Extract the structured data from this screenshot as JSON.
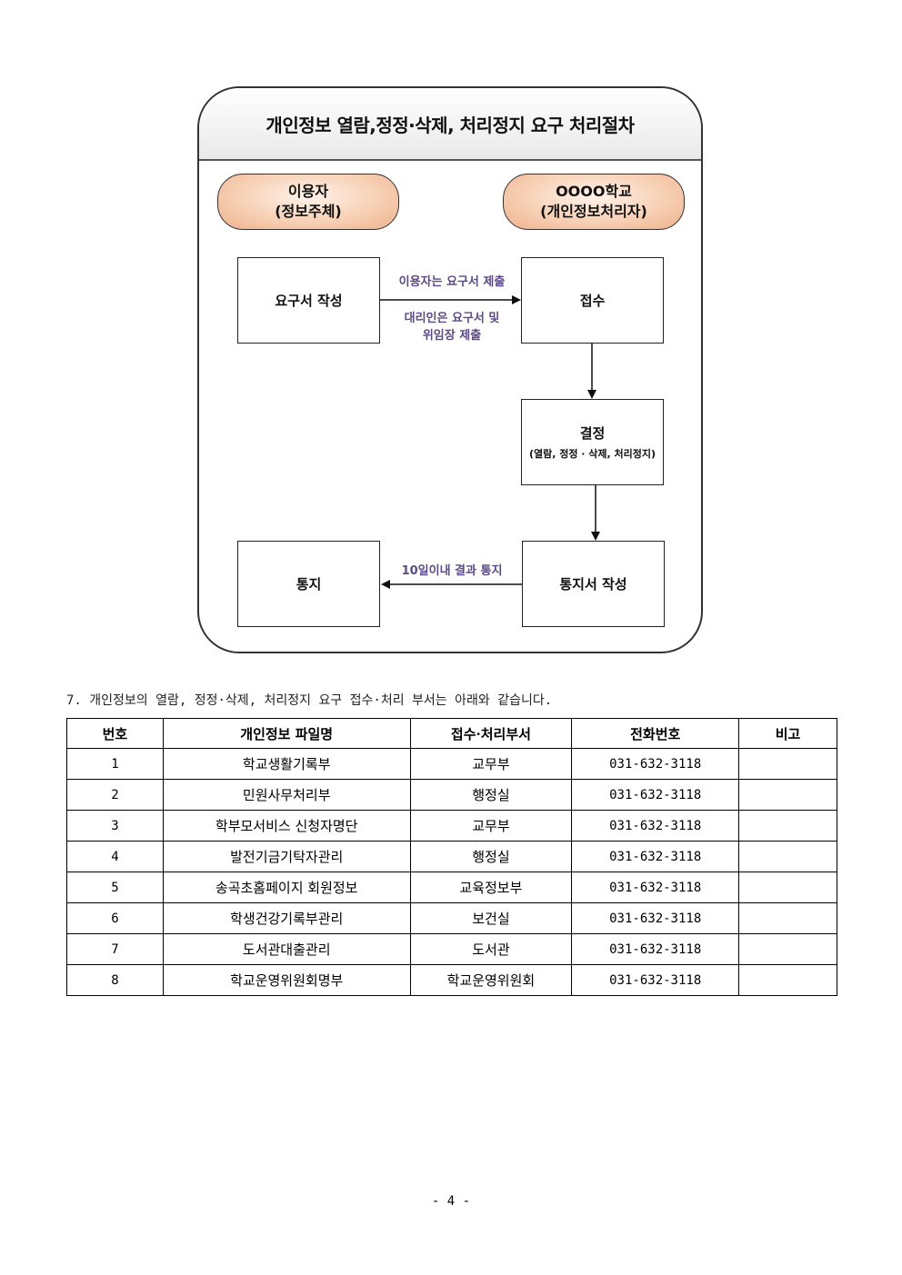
{
  "flowchart": {
    "title": "개인정보 열람,정정·삭제, 처리정지 요구 처리절차",
    "left_party": {
      "line1": "이용자",
      "line2": "(정보주체)"
    },
    "right_party": {
      "line1": "OOOO학교",
      "line2": "(개인정보처리자)"
    },
    "steps": {
      "write_request": "요구서 작성",
      "receive": "접수",
      "decision": "결정",
      "decision_sub": "(열람, 정정 · 삭제, 처리정지)",
      "write_notice": "통지서 작성",
      "notify": "통지"
    },
    "edge_labels": {
      "submit_user": "이용자는 요구서 제출",
      "submit_agent_line1": "대리인은 요구서 및",
      "submit_agent_line2": "위임장 제출",
      "notify_result": "10일이내 결과 통지"
    }
  },
  "section": {
    "text": "7. 개인정보의 열람, 정정·삭제, 처리정지 요구 접수·처리 부서는 아래와 같습니다."
  },
  "table": {
    "headers": [
      "번호",
      "개인정보 파일명",
      "접수·처리부서",
      "전화번호",
      "비고"
    ],
    "rows": [
      [
        "1",
        "학교생활기록부",
        "교무부",
        "031-632-3118",
        ""
      ],
      [
        "2",
        "민원사무처리부",
        "행정실",
        "031-632-3118",
        ""
      ],
      [
        "3",
        "학부모서비스 신청자명단",
        "교무부",
        "031-632-3118",
        ""
      ],
      [
        "4",
        "발전기금기탁자관리",
        "행정실",
        "031-632-3118",
        ""
      ],
      [
        "5",
        "송곡초홈페이지 회원정보",
        "교육정보부",
        "031-632-3118",
        ""
      ],
      [
        "6",
        "학생건강기록부관리",
        "보건실",
        "031-632-3118",
        ""
      ],
      [
        "7",
        "도서관대출관리",
        "도서관",
        "031-632-3118",
        ""
      ],
      [
        "8",
        "학교운영위원회명부",
        "학교운영위원회",
        "031-632-3118",
        ""
      ]
    ]
  },
  "footer": {
    "page_number": "- 4 -"
  }
}
